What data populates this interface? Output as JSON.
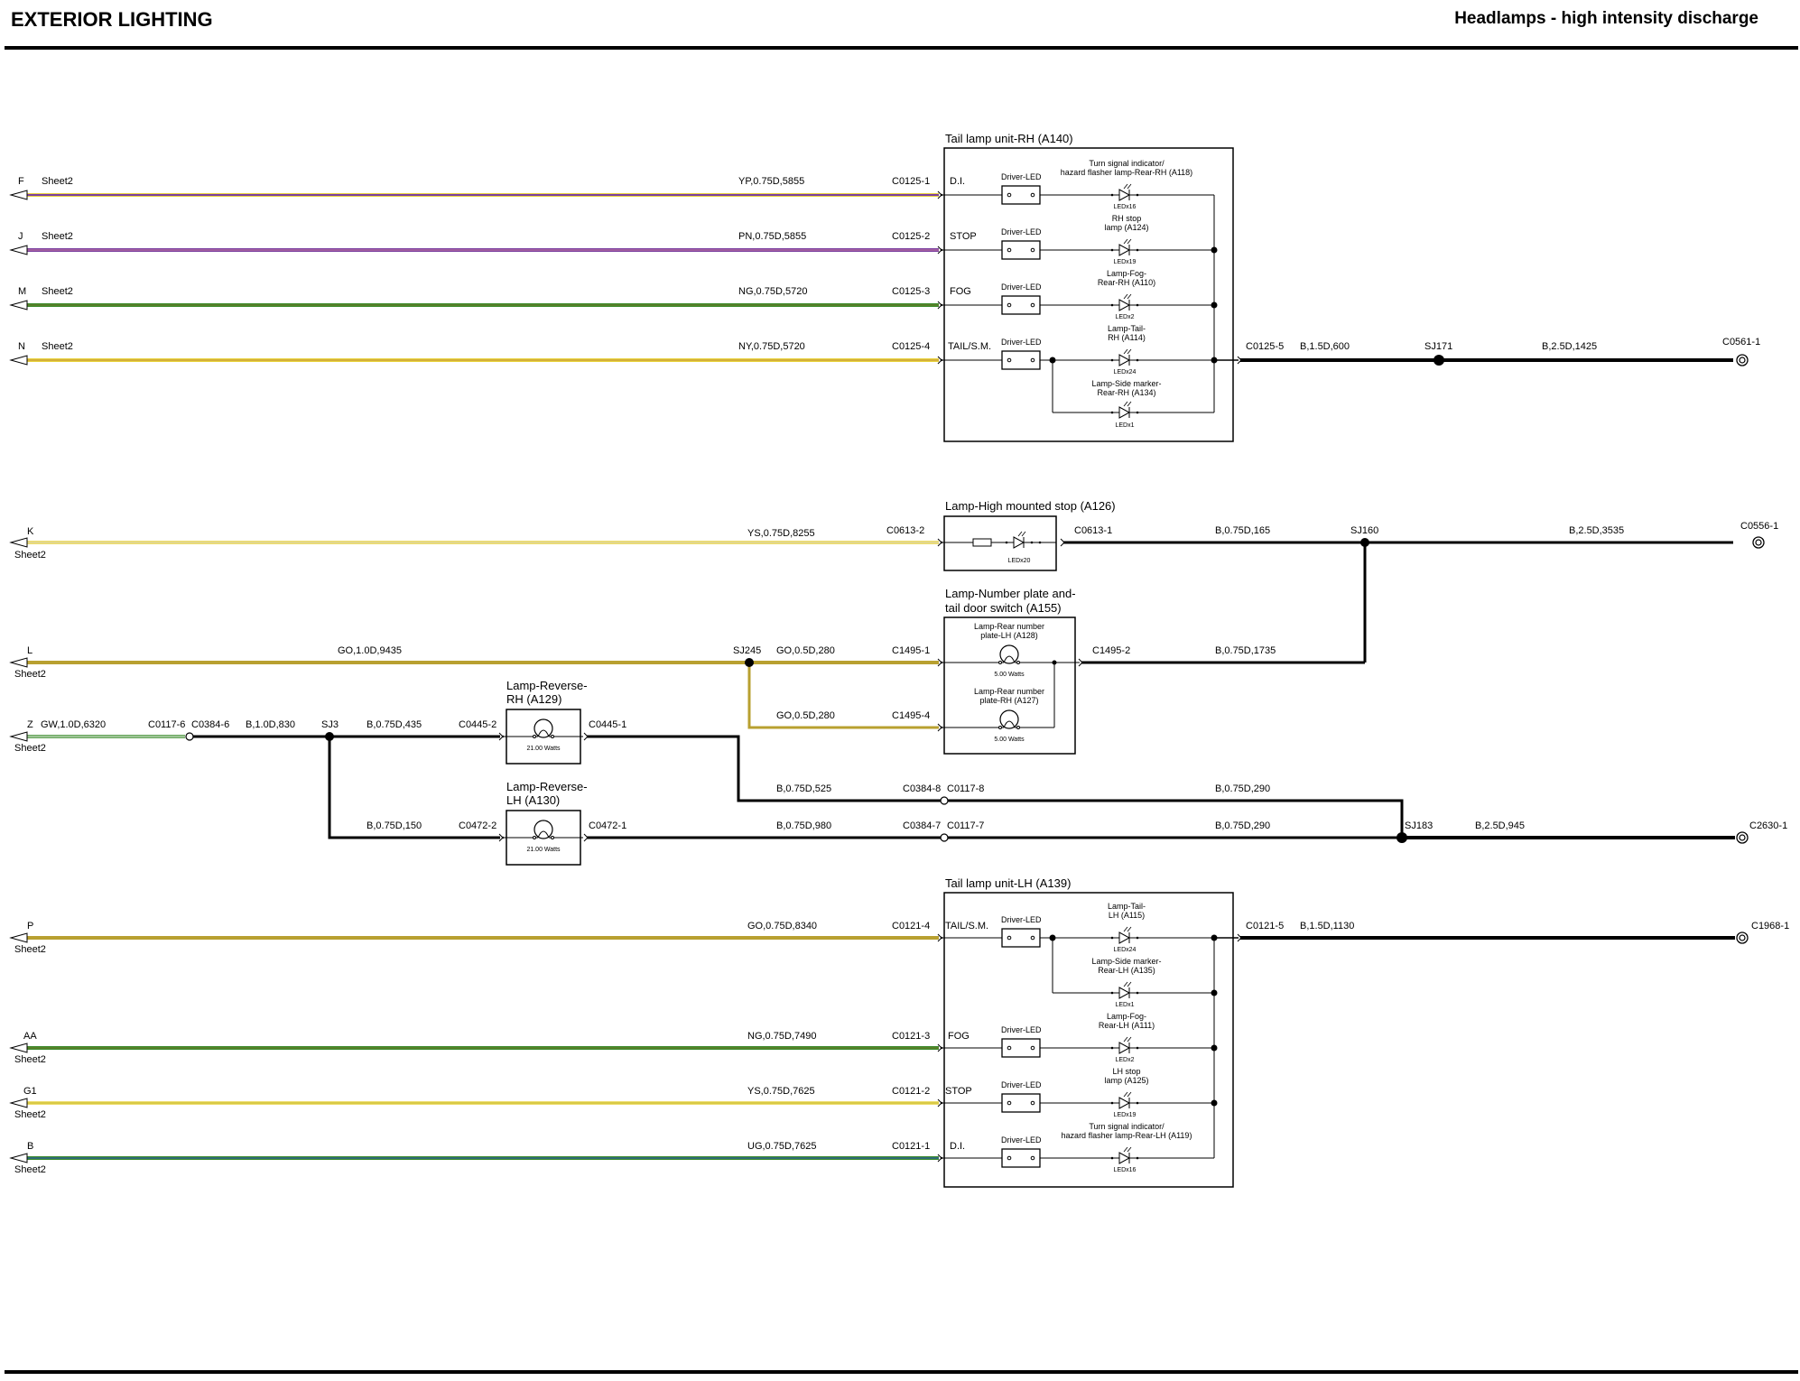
{
  "header": {
    "section_title": "EXTERIOR LIGHTING",
    "page_title": "Headlamps - high intensity discharge"
  },
  "colors": {
    "YP": [
      "#e8d23c",
      "#7b3fa0"
    ],
    "PN": [
      "#7b3fa0",
      "#9a5a3a"
    ],
    "NG": [
      "#8a6a2a",
      "#3a8a2a"
    ],
    "NY": [
      "#c89a3a",
      "#e8d23c"
    ],
    "YS": [
      "#e8d23c",
      "#c8c8c8"
    ],
    "GO": [
      "#b8a030",
      "#c89a3a"
    ],
    "GW": [
      "#3a8a2a",
      "#ffffff"
    ],
    "UG": [
      "#2a5aa8",
      "#3a8a2a"
    ],
    "B": [
      "#000000",
      "#000000"
    ]
  },
  "sheet_refs": [
    {
      "letter": "F",
      "sheet": "Sheet2"
    },
    {
      "letter": "J",
      "sheet": "Sheet2"
    },
    {
      "letter": "M",
      "sheet": "Sheet2"
    },
    {
      "letter": "N",
      "sheet": "Sheet2"
    },
    {
      "letter": "K",
      "sheet": "Sheet2"
    },
    {
      "letter": "L",
      "sheet": "Sheet2"
    },
    {
      "letter": "Z",
      "sheet": "Sheet2"
    },
    {
      "letter": "P",
      "sheet": "Sheet2"
    },
    {
      "letter": "AA",
      "sheet": "Sheet2"
    },
    {
      "letter": "G1",
      "sheet": "Sheet2"
    },
    {
      "letter": "B",
      "sheet": "Sheet2"
    }
  ],
  "wires": {
    "w1": "YP,0.75D,5855",
    "w2": "PN,0.75D,5855",
    "w3": "NG,0.75D,5720",
    "w4": "NY,0.75D,5720",
    "w5": "B,1.5D,600",
    "w6": "B,2.5D,1425",
    "w7": "YS,0.75D,8255",
    "w8": "B,0.75D,165",
    "w9": "B,2.5D,3535",
    "w10": "GO,1.0D,9435",
    "w11": "GO,0.5D,280",
    "w12": "GO,0.5D,280",
    "w13": "B,0.75D,1735",
    "w14": "GW,1.0D,6320",
    "w15": "B,1.0D,830",
    "w16": "B,0.75D,435",
    "w17": "B,0.75D,525",
    "w18": "B,0.75D,290",
    "w19": "B,0.75D,150",
    "w20": "B,0.75D,980",
    "w21": "B,0.75D,290",
    "w22": "B,2.5D,945",
    "w23": "GO,0.75D,8340",
    "w24": "B,1.5D,1130",
    "w25": "NG,0.75D,7490",
    "w26": "YS,0.75D,7625",
    "w27": "UG,0.75D,7625"
  },
  "connectors": {
    "c1": "C0125-1",
    "c2": "C0125-2",
    "c3": "C0125-3",
    "c4": "C0125-4",
    "c5": "C0125-5",
    "c6": "C0561-1",
    "c7": "C0613-2",
    "c8": "C0613-1",
    "c9": "C0556-1",
    "c10": "C1495-1",
    "c11": "C1495-2",
    "c12": "C1495-4",
    "c13": "C0117-6",
    "c14": "C0384-6",
    "c15": "C0445-2",
    "c16": "C0445-1",
    "c17": "C0384-8",
    "c18": "C0117-8",
    "c19": "C0472-2",
    "c20": "C0472-1",
    "c21": "C0384-7",
    "c22": "C0117-7",
    "c23": "C2630-1",
    "c24": "C0121-4",
    "c25": "C0121-5",
    "c26": "C1968-1",
    "c27": "C0121-3",
    "c28": "C0121-2",
    "c29": "C0121-1"
  },
  "splices": {
    "s1": "SJ171",
    "s2": "SJ160",
    "s3": "SJ245",
    "s4": "SJ3",
    "s5": "SJ183"
  },
  "tail_rh": {
    "title": "Tail lamp unit-RH (A140)",
    "pins": [
      "D.I.",
      "STOP",
      "FOG",
      "TAIL/S.M."
    ],
    "driver": "Driver-LED",
    "lamp1a": "Turn signal indicator/",
    "lamp1b": "hazard flasher lamp-Rear-RH (A118)",
    "led1": "LEDx16",
    "lamp2a": "RH stop",
    "lamp2b": "lamp (A124)",
    "led2": "LEDx19",
    "lamp3a": "Lamp-Fog-",
    "lamp3b": "Rear-RH (A110)",
    "led3": "LEDx2",
    "lamp4a": "Lamp-Tail-",
    "lamp4b": "RH (A114)",
    "led4": "LEDx24",
    "lamp5a": "Lamp-Side marker-",
    "lamp5b": "Rear-RH (A134)",
    "led5": "LEDx1"
  },
  "hms": {
    "title": "Lamp-High mounted stop (A126)",
    "led": "LEDx20"
  },
  "number_plate": {
    "title1": "Lamp-Number plate and-",
    "title2": "tail door switch (A155)",
    "lamp1a": "Lamp-Rear number",
    "lamp1b": "plate-LH (A128)",
    "watts1": "5.00 Watts",
    "lamp2a": "Lamp-Rear number",
    "lamp2b": "plate-RH (A127)",
    "watts2": "5.00 Watts"
  },
  "reverse_rh": {
    "title1": "Lamp-Reverse-",
    "title2": "RH (A129)",
    "watts": "21.00 Watts"
  },
  "reverse_lh": {
    "title1": "Lamp-Reverse-",
    "title2": "LH (A130)",
    "watts": "21.00 Watts"
  },
  "tail_lh": {
    "title": "Tail lamp unit-LH (A139)",
    "pins": [
      "TAIL/S.M.",
      "FOG",
      "STOP",
      "D.I."
    ],
    "driver": "Driver-LED",
    "lamp1a": "Lamp-Tail-",
    "lamp1b": "LH (A115)",
    "led1": "LEDx24",
    "lamp2a": "Lamp-Side marker-",
    "lamp2b": "Rear-LH (A135)",
    "led2": "LEDx1",
    "lamp3a": "Lamp-Fog-",
    "lamp3b": "Rear-LH (A111)",
    "led3": "LEDx2",
    "lamp4a": "LH stop",
    "lamp4b": "lamp (A125)",
    "led4": "LEDx19",
    "lamp5a": "Turn signal indicator/",
    "lamp5b": "hazard flasher lamp-Rear-LH (A119)",
    "led5": "LEDx16"
  }
}
